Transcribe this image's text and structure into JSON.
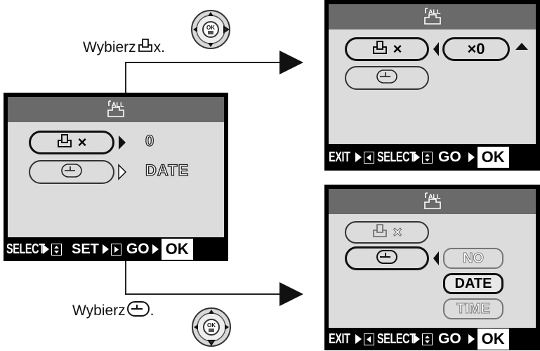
{
  "captions": {
    "print_text": "Wybierz ",
    "print_tail": "x.",
    "date_text": "Wybierz ",
    "date_tail": "."
  },
  "main_screen": {
    "footer": {
      "select": "SELECT",
      "set": "SET",
      "go": "GO",
      "ok": "OK"
    },
    "rows": [
      {
        "label": "×",
        "value": "0"
      },
      {
        "label": "",
        "value": "DATE"
      }
    ]
  },
  "print_screen": {
    "footer": {
      "exit": "EXIT",
      "select": "SELECT",
      "go": "GO",
      "ok": "OK"
    },
    "print_label": "×",
    "count": "×0"
  },
  "date_screen": {
    "footer": {
      "exit": "EXIT",
      "select": "SELECT",
      "go": "GO",
      "ok": "OK"
    },
    "print_label": "×",
    "options": [
      "NO",
      "DATE",
      "TIME"
    ],
    "selected_option": "DATE"
  },
  "icons": [
    "all-print-icon",
    "print-icon",
    "clock-icon",
    "arrow-pad-icon"
  ],
  "colors": {
    "title_bar": "#6a6a6a",
    "lcd": "#dcdcdc",
    "footer": "#000000"
  }
}
